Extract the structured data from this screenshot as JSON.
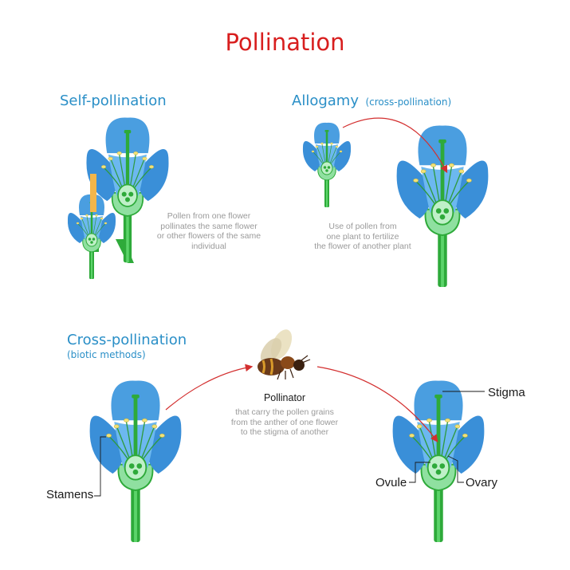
{
  "title": "Pollination",
  "sections": {
    "self": {
      "heading": "Self-pollination",
      "description": [
        "Pollen from one flower",
        "pollinates the same flower",
        "or other flowers of the same",
        "individual"
      ]
    },
    "allogamy": {
      "heading": "Allogamy",
      "subheading": "(cross-pollination)",
      "description": [
        "Use of pollen from",
        "one plant to fertilize",
        "the flower of another plant"
      ]
    },
    "cross": {
      "heading": "Cross-pollination",
      "subheading": "(biotic methods)",
      "pollinator_label": "Pollinator",
      "pollinator_description": [
        "that carry the pollen grains",
        "from the anther of one flower",
        "to the stigma of another"
      ]
    }
  },
  "labels": {
    "stamens": "Stamens",
    "stigma": "Stigma",
    "ovule": "Ovule",
    "ovary": "Ovary"
  },
  "colors": {
    "title": "#d81e1e",
    "heading": "#2a8fc7",
    "petal": "#3a8fd8",
    "stem": "#2eaa3a",
    "arrow": "#d32f2f",
    "pollen": "#f2e27a"
  }
}
